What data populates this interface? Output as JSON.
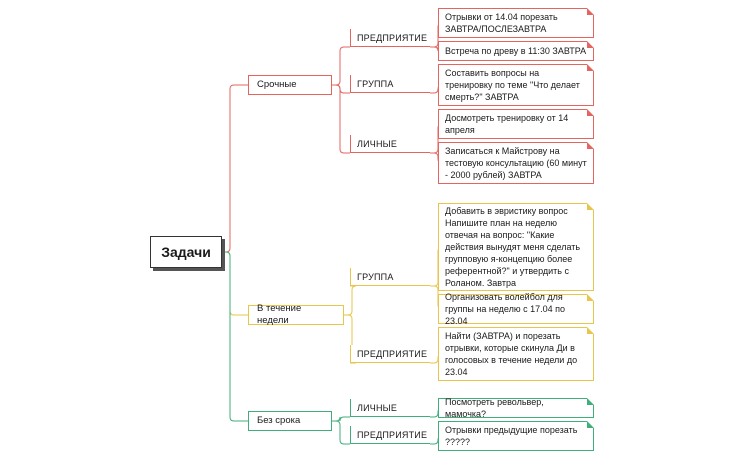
{
  "colors": {
    "urgent": "#e4645f",
    "week": "#e7c64b",
    "nodeadline": "#3fae7a",
    "root_branch": "#8ccf8a"
  },
  "root": {
    "label": "Задачи"
  },
  "categories": {
    "urgent": {
      "label": "Срочные",
      "groups": [
        {
          "label": "ПРЕДПРИЯТИЕ",
          "items": [
            "Отрывки от 14.04 порезать ЗАВТРА/ПОСЛЕЗАВТРА",
            "Встреча по древу в 11:30 ЗАВТРА"
          ]
        },
        {
          "label": "ГРУППА",
          "items": [
            "Составить вопросы на тренировку по теме \"Что делает смерть?\" ЗАВТРА"
          ]
        },
        {
          "label": "ЛИЧНЫЕ",
          "items": [
            "Досмотреть тренировку от 14 апреля",
            "Записаться к Майстрову на тестовую консультацию (60 минут - 2000 рублей) ЗАВТРА"
          ]
        }
      ]
    },
    "week": {
      "label": "В течение недели",
      "groups": [
        {
          "label": "ГРУППА",
          "items": [
            "Добавить в эвристику вопрос Напишите план на неделю отвечая на вопрос: \"Какие действия вынудят меня сделать групповую я-концепцию более референтной?\" и утвердить с Роланом. Завтра",
            "Организовать волейбол для группы на неделю с 17.04 по 23.04"
          ]
        },
        {
          "label": "ПРЕДПРИЯТИЕ",
          "items": [
            "Найти (ЗАВТРА) и порезать отрывки, которые скинула Ди в голосовых в течение недели до 23.04"
          ]
        }
      ]
    },
    "nodeadline": {
      "label": "Без срока",
      "groups": [
        {
          "label": "ЛИЧНЫЕ",
          "items": [
            "Посмотреть револьвер, мамочка?"
          ]
        },
        {
          "label": "ПРЕДПРИЯТИЕ",
          "items": [
            "Отрывки предыдущие порезать ?????"
          ]
        }
      ]
    }
  }
}
